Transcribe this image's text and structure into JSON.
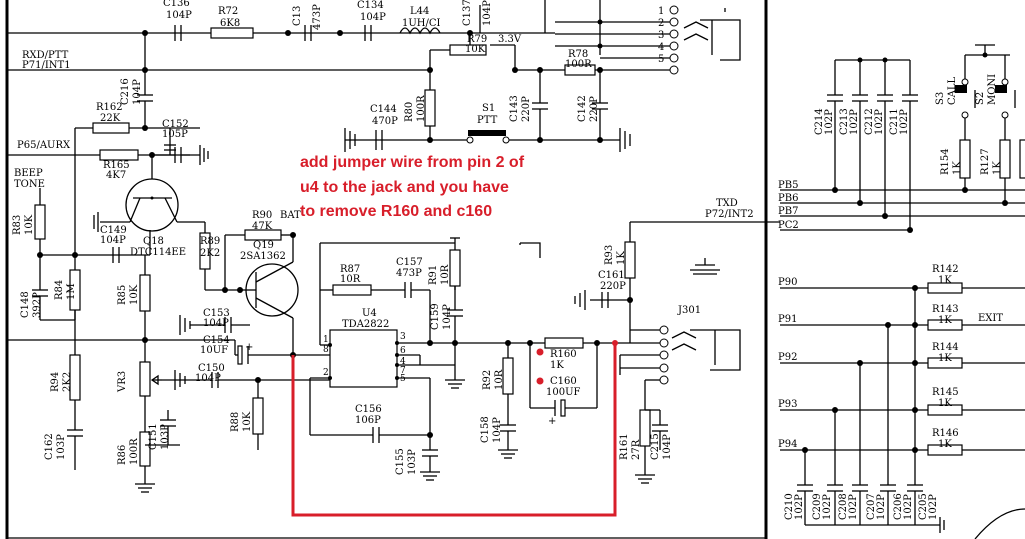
{
  "annotation": {
    "lines": [
      "add jumper wire from pin 2 of",
      "u4 to the jack and you have",
      "to remove R160 and c160"
    ],
    "color": "#d81e2a"
  },
  "nets": {
    "rxd": "RXD/PTT",
    "rxd2": "P71/INT1",
    "p65": "P65/AURX",
    "beep1": "BEEP",
    "beep2": "TONE",
    "bat": "BAT",
    "v33": "3.3V",
    "txd": "TXD",
    "txd2": "P72/INT2",
    "pb5": "PB5",
    "pb6": "PB6",
    "pb7": "PB7",
    "pc2": "PC2",
    "p90": "P90",
    "p91": "P91",
    "p92": "P92",
    "p93": "P93",
    "p94": "P94",
    "exit": "EXIT"
  },
  "components": {
    "c136": [
      "C136",
      "104P"
    ],
    "r72": [
      "R72",
      "6K8"
    ],
    "c13x": [
      "C13",
      "473P"
    ],
    "c134": [
      "C134",
      "104P"
    ],
    "l44": [
      "L44",
      "1UH/CI"
    ],
    "c137": [
      "C137",
      "104P"
    ],
    "r79": [
      "R79",
      "10K"
    ],
    "r78": [
      "R78",
      "100R"
    ],
    "c216": [
      "C216",
      "104P"
    ],
    "r162": [
      "R162",
      "22K"
    ],
    "c152": [
      "C152",
      "105P"
    ],
    "r165": [
      "R165",
      "4K7"
    ],
    "r83": [
      "R83",
      "10K"
    ],
    "q18": [
      "Q18",
      "DTC114EE"
    ],
    "c149": [
      "C149",
      "104P"
    ],
    "r89": [
      "R89",
      "2K2"
    ],
    "r90": [
      "R90",
      "47K"
    ],
    "q19": [
      "Q19",
      "2SA1362"
    ],
    "c148": [
      "C148",
      "392P"
    ],
    "r84": [
      "R84",
      "1M"
    ],
    "r85": [
      "R85",
      "10K"
    ],
    "c153": [
      "C153",
      "104P"
    ],
    "c154": [
      "C154",
      "10UF"
    ],
    "c150": [
      "C150",
      "104P"
    ],
    "r94": [
      "R94",
      "2K2"
    ],
    "vr3": [
      "VR3"
    ],
    "r88": [
      "R88",
      "10K"
    ],
    "c151": [
      "C151",
      "103P"
    ],
    "r86": [
      "R86",
      "100R"
    ],
    "c162": [
      "C162",
      "103P"
    ],
    "c144": [
      "C144",
      "470P"
    ],
    "r80": [
      "R80",
      "100R"
    ],
    "s1": [
      "S1",
      "PTT"
    ],
    "c143": [
      "C143",
      "220P"
    ],
    "c142": [
      "C142",
      "220P"
    ],
    "r87": [
      "R87",
      "10R"
    ],
    "c157": [
      "C157",
      "473P"
    ],
    "r91": [
      "R91",
      "10R"
    ],
    "u4": [
      "U4",
      "TDA2822"
    ],
    "c159": [
      "C159",
      "104P"
    ],
    "c156": [
      "C156",
      "106P"
    ],
    "c155": [
      "C155",
      "103P"
    ],
    "r92": [
      "R92",
      "10R"
    ],
    "c158": [
      "C158",
      "104P"
    ],
    "r160": [
      "R160",
      "1K"
    ],
    "c160": [
      "C160",
      "100UF"
    ],
    "r93": [
      "R93",
      "1K"
    ],
    "c161": [
      "C161",
      "220P"
    ],
    "j301": [
      "J301"
    ],
    "r161": [
      "R161",
      "27R"
    ],
    "c215": [
      "C215",
      "104P"
    ],
    "c214": [
      "C214",
      "102P"
    ],
    "c213": [
      "C213",
      "102P"
    ],
    "c212": [
      "C212",
      "102P"
    ],
    "c211": [
      "C211",
      "102P"
    ],
    "s3": [
      "S3",
      "CALL"
    ],
    "s2": [
      "S2",
      "MONI"
    ],
    "r154": [
      "R154",
      "1K"
    ],
    "r127": [
      "R127",
      "1K"
    ],
    "r142": [
      "R142",
      "1K"
    ],
    "r143": [
      "R143",
      "1K"
    ],
    "r144": [
      "R144",
      "1K"
    ],
    "r145": [
      "R145",
      "1K"
    ],
    "r146": [
      "R146",
      "1K"
    ],
    "c210": [
      "C210",
      "102P"
    ],
    "c209": [
      "C209",
      "102P"
    ],
    "c208": [
      "C208",
      "102P"
    ],
    "c207": [
      "C207",
      "102P"
    ],
    "c206": [
      "C206",
      "102P"
    ],
    "c205": [
      "C205",
      "102P"
    ]
  },
  "pins": {
    "jack_top": [
      "1",
      "2",
      "3",
      "4",
      "5"
    ],
    "u4": [
      "1",
      "2",
      "3",
      "4",
      "5",
      "6",
      "7",
      "8"
    ],
    "c154_pol": "+",
    "c160_pol": "+"
  }
}
